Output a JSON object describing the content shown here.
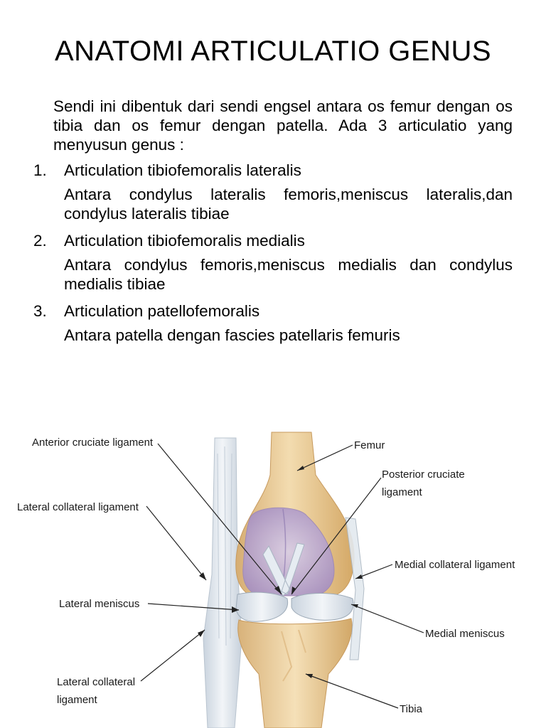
{
  "slide": {
    "title": "ANATOMI ARTICULATIO GENUS",
    "intro": "Sendi ini dibentuk dari sendi engsel antara os femur dengan os tibia dan os femur dengan patella. Ada 3 articulatio yang menyusun genus :",
    "items": [
      {
        "number": "1.",
        "heading": "Articulation tibiofemoralis lateralis",
        "description": "Antara condylus lateralis femoris,meniscus lateralis,dan condylus lateralis tibiae"
      },
      {
        "number": "2.",
        "heading": "Articulation tibiofemoralis medialis",
        "description": "Antara condylus femoris,meniscus medialis dan condylus medialis tibiae"
      },
      {
        "number": "3.",
        "heading": "Articulation patellofemoralis",
        "description": "Antara patella dengan fascies patellaris femuris"
      }
    ]
  },
  "figure": {
    "labels": {
      "acl": "Anterior cruciate ligament",
      "lcl_upper": "Lateral collateral ligament",
      "lateral_meniscus": "Lateral meniscus",
      "lcl_lower_1": "Lateral collateral",
      "lcl_lower_2": "ligament",
      "femur": "Femur",
      "pcl_1": "Posterior cruciate",
      "pcl_2": "ligament",
      "mcl": "Medial collateral ligament",
      "medial_meniscus": "Medial meniscus",
      "tibia": "Tibia"
    },
    "colors": {
      "bone": "#efd6a8",
      "bone_shadow": "#d9b47c",
      "cartilage": "#b8a3cf",
      "ligament": "#dfe6ee",
      "leader": "#222222"
    }
  }
}
